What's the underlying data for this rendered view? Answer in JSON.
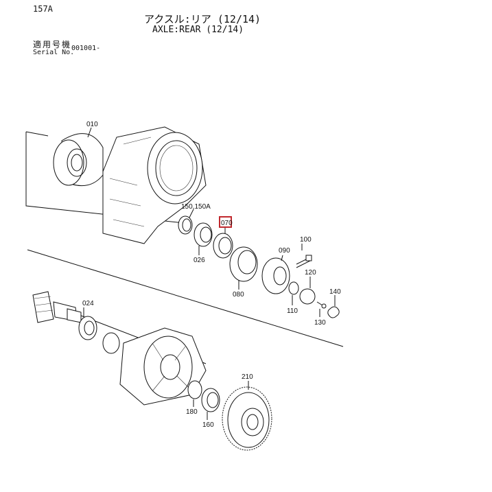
{
  "header": {
    "page_id": "157A",
    "title_jp": "アクスル:リア (12/14)",
    "title_en": "AXLE:REAR (12/14)",
    "serial_label_jp": "適用号機",
    "serial_label_en": "Serial No.",
    "serial_value": "001001-"
  },
  "parts": {
    "p010": "010",
    "p150": "150,150A",
    "p070": "070",
    "p026": "026",
    "p100": "100",
    "p090": "090",
    "p080": "080",
    "p120": "120",
    "p110": "110",
    "p140": "140",
    "p130": "130",
    "p024": "024",
    "p210": "210",
    "p180": "180",
    "p160": "160"
  },
  "highlight": {
    "part": "070",
    "color": "#c0282d"
  }
}
